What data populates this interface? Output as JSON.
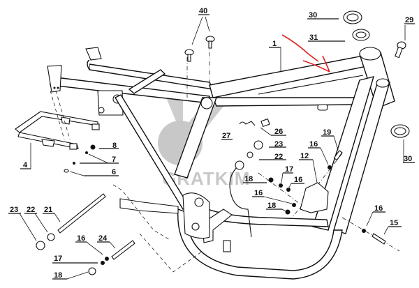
{
  "diagram": {
    "title": "Motorcycle frame exploded parts diagram",
    "watermark": "GRATKIM",
    "annotation_color": "#e02020",
    "line_color": "#111111",
    "watermark_color": "#c8c8c8",
    "callouts": [
      {
        "id": "c40",
        "label": "40"
      },
      {
        "id": "c30a",
        "label": "30"
      },
      {
        "id": "c31",
        "label": "31"
      },
      {
        "id": "c29",
        "label": "29"
      },
      {
        "id": "c1",
        "label": "1"
      },
      {
        "id": "c30b",
        "label": "30"
      },
      {
        "id": "c27",
        "label": "27"
      },
      {
        "id": "c26",
        "label": "26"
      },
      {
        "id": "c23a",
        "label": "23"
      },
      {
        "id": "c22a",
        "label": "22"
      },
      {
        "id": "c19",
        "label": "19"
      },
      {
        "id": "c16a",
        "label": "16"
      },
      {
        "id": "c12",
        "label": "12"
      },
      {
        "id": "c17a",
        "label": "17"
      },
      {
        "id": "c16b",
        "label": "16"
      },
      {
        "id": "c18a",
        "label": "18"
      },
      {
        "id": "c16c",
        "label": "16"
      },
      {
        "id": "c18b",
        "label": "18"
      },
      {
        "id": "c8",
        "label": "8"
      },
      {
        "id": "c7",
        "label": "7"
      },
      {
        "id": "c6",
        "label": "6"
      },
      {
        "id": "c4",
        "label": "4"
      },
      {
        "id": "c23b",
        "label": "23"
      },
      {
        "id": "c22b",
        "label": "22"
      },
      {
        "id": "c21",
        "label": "21"
      },
      {
        "id": "c16d",
        "label": "16"
      },
      {
        "id": "c24",
        "label": "24"
      },
      {
        "id": "c17b",
        "label": "17"
      },
      {
        "id": "c18c",
        "label": "18"
      },
      {
        "id": "c16e",
        "label": "16"
      },
      {
        "id": "c15",
        "label": "15"
      }
    ]
  }
}
